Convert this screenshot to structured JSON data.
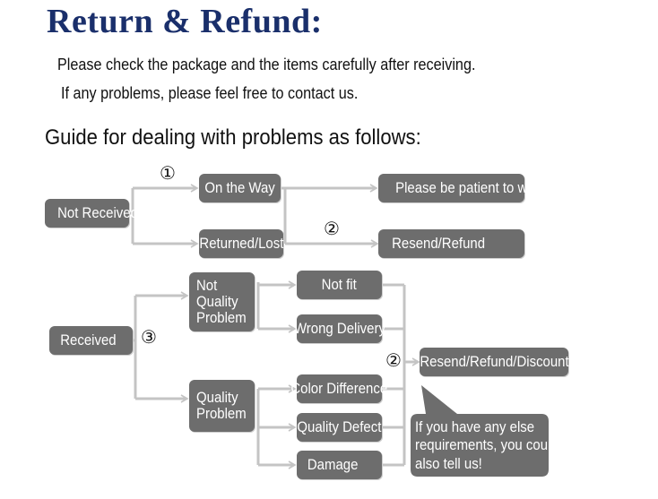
{
  "header": {
    "title": "Return & Refund:",
    "intro_line1": "Please check the package and the items carefully after receiving.",
    "intro_line2": "If any problems, please feel free to contact us.",
    "guide": "Guide for dealing with problems as follows:"
  },
  "flow": {
    "not_received": "Not Received",
    "on_the_way": "On the Way",
    "patient": "Please be patient to wait",
    "returned_lost": "Returned/Lost",
    "resend_refund": "Resend/Refund",
    "received": "Received",
    "not_quality_problem": [
      "Not",
      "Quality",
      "Problem"
    ],
    "not_fit": "Not fit",
    "wrong_delivery": "Wrong Delivery",
    "quality_problem": [
      "Quality",
      "Problem"
    ],
    "color_difference": "Color Difference",
    "quality_defect": "Quality Defect",
    "damage": "Damage",
    "resend_refund_discount": "Resend/Refund/Discount",
    "bubble": [
      "If you have any else",
      "requirements, you could",
      "also tell us!"
    ]
  },
  "markers": {
    "m1": "①",
    "m2": "②",
    "m3": "③",
    "m2b": "②"
  },
  "colors": {
    "title": "#1a2f6b",
    "box": "#6d6d6d",
    "connector": "#c4c4c4"
  }
}
